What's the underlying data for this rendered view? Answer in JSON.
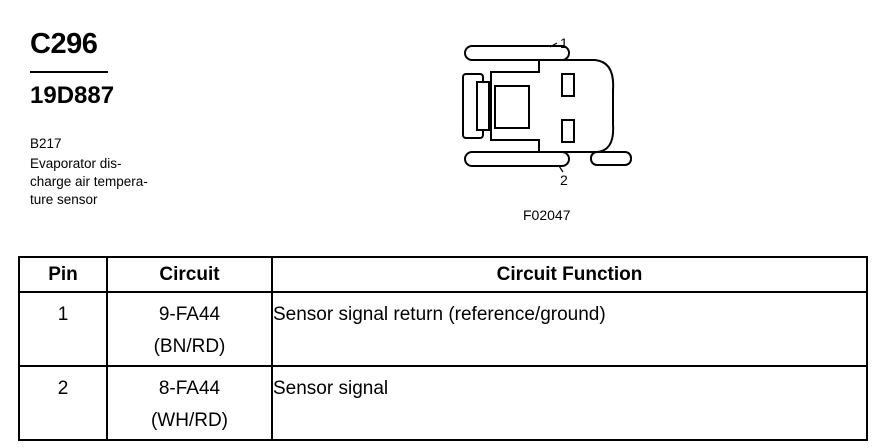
{
  "header": {
    "connector_id": "C296",
    "part_number": "19D887",
    "component_ref": "B217",
    "component_desc_lines": [
      "Evaporator dis-",
      "charge air tempera-",
      "ture sensor"
    ]
  },
  "diagram": {
    "pin_1_label": "1",
    "pin_2_label": "2",
    "figure_id": "F02047"
  },
  "table": {
    "headers": [
      "Pin",
      "Circuit",
      "Circuit Function"
    ],
    "rows": [
      {
        "pin": "1",
        "circuit": "9-FA44",
        "color": "(BN/RD)",
        "function": "Sensor signal return (reference/ground)"
      },
      {
        "pin": "2",
        "circuit": "8-FA44",
        "color": "(WH/RD)",
        "function": "Sensor signal"
      }
    ]
  }
}
